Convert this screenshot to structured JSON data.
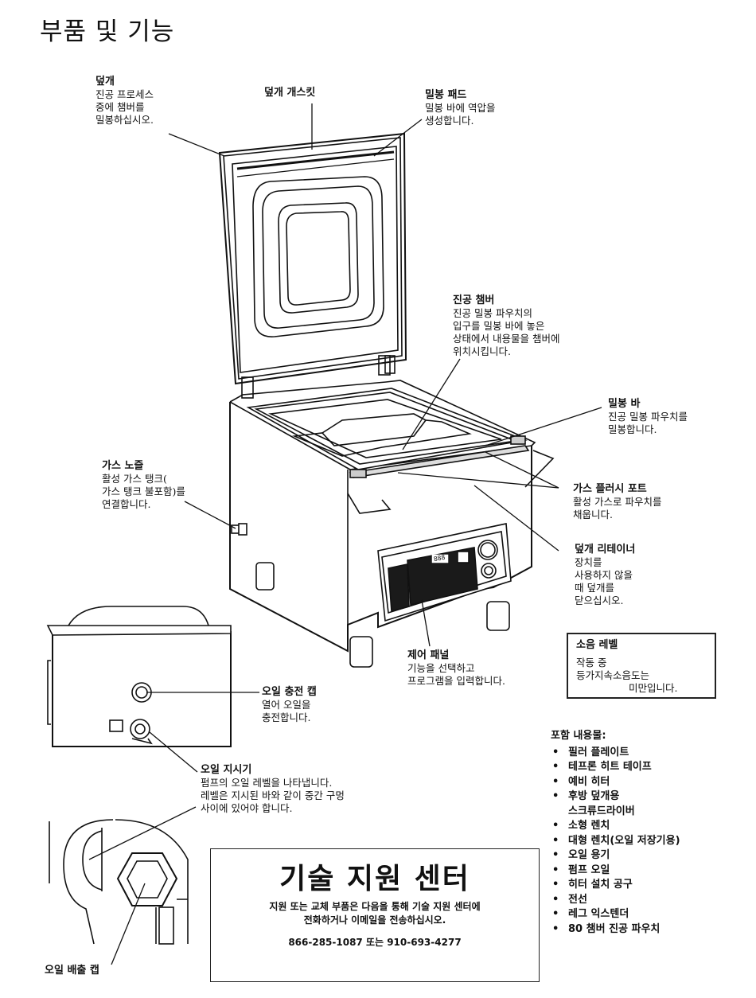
{
  "page_title": "부품 및 기능",
  "callouts": {
    "lid": {
      "title": "덮개",
      "text": "진공 프로세스\n중에 챔버를\n밀봉하십시오."
    },
    "lid_gasket": {
      "title": "덮개 개스킷"
    },
    "seal_pad": {
      "title": "밀봉 패드",
      "text": "밀봉 바에 역압을\n생성합니다."
    },
    "vacuum_chamber": {
      "title": "진공 챔버",
      "text": "진공 밀봉 파우치의\n입구를 밀봉 바에 놓은\n상태에서 내용물을 챔버에\n위치시킵니다."
    },
    "seal_bar": {
      "title": "밀봉 바",
      "text": "진공 밀봉 파우치를\n밀봉합니다."
    },
    "gas_nozzle": {
      "title": "가스 노즐",
      "text": "활성 가스 탱크(\n가스 탱크 불포함)를\n연결합니다."
    },
    "gas_flush_port": {
      "title": "가스 플러시 포트",
      "text": "활성 가스로 파우치를\n채웁니다."
    },
    "lid_retainer": {
      "title": "덮개 리테이너",
      "text": "장치를\n사용하지 않을\n때 덮개를\n닫으십시오."
    },
    "control_panel": {
      "title": "제어 패널",
      "text": "기능을 선택하고\n프로그램을 입력합니다."
    },
    "oil_fill_cap": {
      "title": "오일 충전 캡",
      "text": "열어 오일을\n충전합니다."
    },
    "oil_indicator": {
      "title": "오일 지시기",
      "text": "펌프의 오일 레벨을 나타냅니다.\n레벨은 지시된 바와 같이 중간 구멍\n사이에 있어야 합니다."
    },
    "oil_drain_cap": {
      "title": "오일 배출 캡"
    }
  },
  "noise_level": {
    "title": "소음 레벨",
    "line1": "작동 중",
    "line2": "등가지속소음도는",
    "line3": "미만입니다."
  },
  "included": {
    "title": "포함 내용물:",
    "items": [
      "필러 플레이트",
      "테프론 히트 테이프",
      "예비 히터",
      "후방 덮개용\n스크류드라이버",
      "소형 렌치",
      "대형 렌치(오일 저장기용)",
      "오일 용기",
      "펌프 오일",
      "히터 설치 공구",
      "전선",
      "레그 익스텐더",
      "80 챔버 진공 파우치"
    ]
  },
  "support": {
    "title": "기술 지원 센터",
    "line1": "지원 또는 교체 부품은 다음을 통해 기술 지원 센터에",
    "line2": "전화하거나 이메일을 전송하십시오.",
    "phone": "866-285-1087 또는 910-693-4277"
  },
  "panel_display": "888"
}
